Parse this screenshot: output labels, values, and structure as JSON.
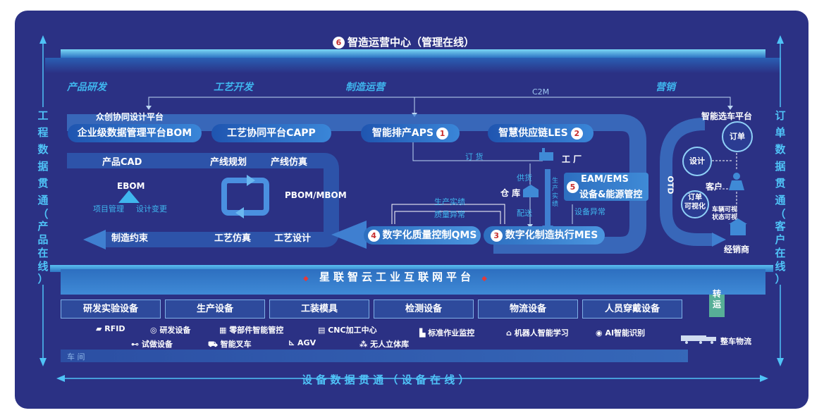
{
  "top_center": {
    "num": "6",
    "title": "智造运营中心（管理在线）"
  },
  "stages": [
    "产品研发",
    "工艺开发",
    "制造运营",
    "营销"
  ],
  "c2m": "C2M",
  "crowd_design": "众创协同设计平台",
  "smart_car_platform": "智能选车平台",
  "platforms": {
    "bom": "企业级数据管理平台BOM",
    "capp": "工艺协同平台CAPP",
    "aps": {
      "label": "智能排产APS",
      "num": "1"
    },
    "les": {
      "label": "智慧供应链LES",
      "num": "2"
    },
    "qms": {
      "label": "数字化质量控制QMS",
      "num": "4"
    },
    "mes": {
      "label": "数字化制造执行MES",
      "num": "3"
    },
    "eam": {
      "label1": "EAM/EMS",
      "label2": "设备&能源管控",
      "num": "5"
    }
  },
  "design_lane": {
    "cad": "产品CAD",
    "line_plan": "产线规划",
    "line_sim": "产线仿真",
    "ebom": "EBOM",
    "project_mgmt": "项目管理",
    "design_change": "设计变更",
    "pbom": "PBOM/MBOM",
    "mfg_constraint": "制造约束",
    "process_sim": "工艺仿真",
    "process_design": "工艺设计"
  },
  "flow_labels": {
    "order": "订 货",
    "factory": "工 厂",
    "supply": "供货",
    "warehouse": "仓 库",
    "delivery": "配送",
    "realtime_production": "生产实绩",
    "realtime_production_v": "生产实绩",
    "quality_anomaly": "质量异常",
    "equipment_anomaly": "设备异常",
    "otd": "OTD"
  },
  "customer_side": {
    "order": "订单",
    "design": "设计",
    "customer": "客户",
    "order_visual": "订单\n可视化",
    "track": "车辆可视",
    "status": "状态可视",
    "dealer": "经销商"
  },
  "platform_bar": "星联智云工业互联网平台",
  "equipment": [
    "研发实验设备",
    "生产设备",
    "工装模具",
    "检测设备",
    "物流设备",
    "人员穿戴设备"
  ],
  "devices_row1": [
    "RFID",
    "研发设备",
    "零部件智能管控",
    "CNC加工中心",
    "标准作业监控",
    "机器人智能学习",
    "AI智能识别"
  ],
  "devices_row2": [
    "试做设备",
    "智能叉车",
    "AGV",
    "无人立体库"
  ],
  "workshop": "车 间",
  "transfer": "转\n运",
  "vehicle_logistics": "整车物流",
  "bottom_axis": "设 备 数 据 贯 通 （ 设 备 在 线 ）",
  "left_axis": [
    "工",
    "程",
    "数",
    "据",
    "贯",
    "通",
    "（",
    "产",
    "品",
    "在",
    "线",
    "）"
  ],
  "right_axis": [
    "订",
    "单",
    "数",
    "据",
    "贯",
    "通",
    "（",
    "客",
    "户",
    "在",
    "线",
    "）"
  ]
}
